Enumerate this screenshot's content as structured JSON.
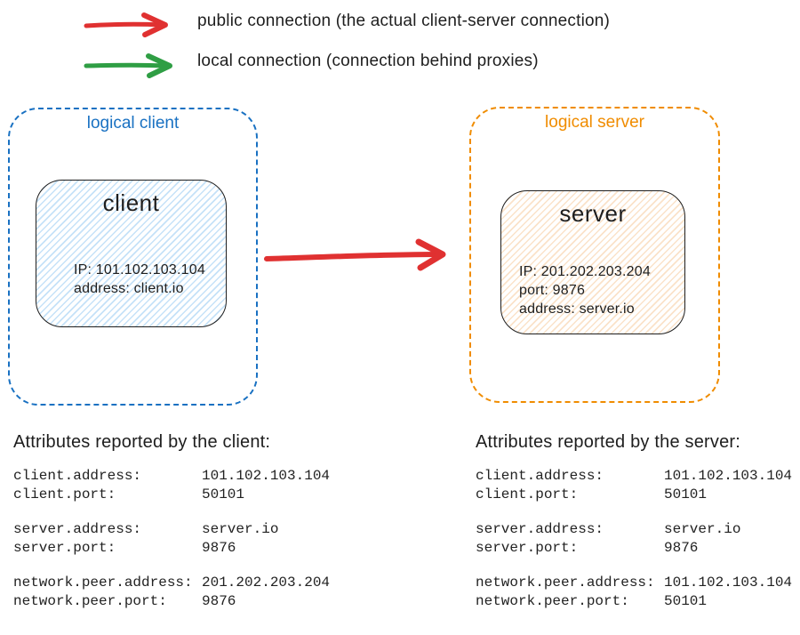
{
  "legend": {
    "items": [
      {
        "name": "public",
        "label": "public connection (the actual client-server connection)",
        "color": "#e03131"
      },
      {
        "name": "local",
        "label": "local connection (connection behind proxies)",
        "color": "#2f9e44"
      }
    ]
  },
  "client_group": {
    "label": "logical client",
    "accent": "#1971c2",
    "node": {
      "title": "client",
      "lines": [
        "IP: 101.102.103.104",
        "address: client.io"
      ]
    }
  },
  "server_group": {
    "label": "logical server",
    "accent": "#f08c00",
    "node": {
      "title": "server",
      "lines": [
        "IP: 201.202.203.204",
        "port: 9876",
        "address: server.io"
      ]
    }
  },
  "connection_arrow": {
    "type": "public connection",
    "color": "#e03131"
  },
  "client_attributes": {
    "heading": "Attributes reported by the client:",
    "groups": [
      [
        {
          "key": "client.address:",
          "value": "101.102.103.104"
        },
        {
          "key": "client.port:",
          "value": "50101"
        }
      ],
      [
        {
          "key": "server.address:",
          "value": "server.io"
        },
        {
          "key": "server.port:",
          "value": "9876"
        }
      ],
      [
        {
          "key": "network.peer.address:",
          "value": "201.202.203.204"
        },
        {
          "key": "network.peer.port:",
          "value": "9876"
        }
      ]
    ]
  },
  "server_attributes": {
    "heading": "Attributes reported by the server:",
    "groups": [
      [
        {
          "key": "client.address:",
          "value": "101.102.103.104"
        },
        {
          "key": "client.port:",
          "value": "50101"
        }
      ],
      [
        {
          "key": "server.address:",
          "value": "server.io"
        },
        {
          "key": "server.port:",
          "value": "9876"
        }
      ],
      [
        {
          "key": "network.peer.address:",
          "value": "101.102.103.104"
        },
        {
          "key": "network.peer.port:",
          "value": "50101"
        }
      ]
    ]
  }
}
